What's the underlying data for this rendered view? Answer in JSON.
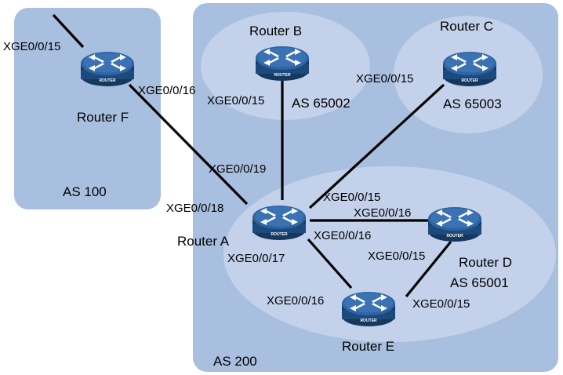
{
  "colors": {
    "as_region": "#a9bfe0",
    "sub_region": "#c3d2ea",
    "link": "#000000",
    "router_top": "#2f5d96",
    "router_side": "#13355f"
  },
  "areas": {
    "as100": "AS 100",
    "as200": "AS 200",
    "as65001": "AS 65001",
    "as65002": "AS 65002",
    "as65003": "AS 65003"
  },
  "routers": {
    "a": {
      "name": "Router A",
      "icon_text": "ROUTER"
    },
    "b": {
      "name": "Router B",
      "icon_text": "ROUTER"
    },
    "c": {
      "name": "Router C",
      "icon_text": "ROUTER"
    },
    "d": {
      "name": "Router D",
      "icon_text": "ROUTER"
    },
    "e": {
      "name": "Router E",
      "icon_text": "ROUTER"
    },
    "f": {
      "name": "Router F",
      "icon_text": "ROUTER"
    }
  },
  "interfaces": {
    "f_uplink": "XGE0/0/15",
    "f_to_a": "XGE0/0/16",
    "a_to_f": "XGE0/0/18",
    "a_to_b": "XGE0/0/19",
    "b_to_a": "XGE0/0/15",
    "c_to_a": "XGE0/0/15",
    "a_to_c": "XGE0/0/15",
    "d_to_a": "XGE0/0/16",
    "a_to_d": "XGE0/0/16",
    "a_to_e": "XGE0/0/17",
    "e_to_a": "XGE0/0/16",
    "d_to_e": "XGE0/0/15",
    "e_to_d": "XGE0/0/15"
  }
}
